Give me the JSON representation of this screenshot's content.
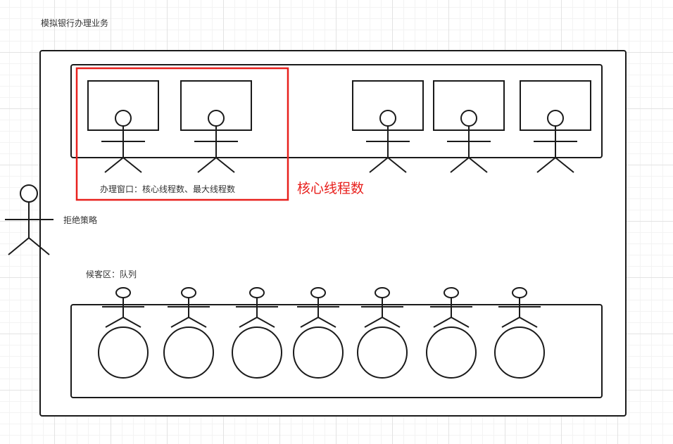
{
  "diagram": {
    "title": "模拟银行办理业务",
    "service_windows_label": "办理窗口：核心线程数、最大线程数",
    "core_threads_label": "核心线程数",
    "waiting_area_label": "候客区：队列",
    "reject_policy_label": "拒绝策略",
    "highlight_color": "#e8201d",
    "line_color": "#1a1a1a",
    "service_window_count": 5,
    "core_window_count": 2,
    "queued_customer_count": 7
  }
}
